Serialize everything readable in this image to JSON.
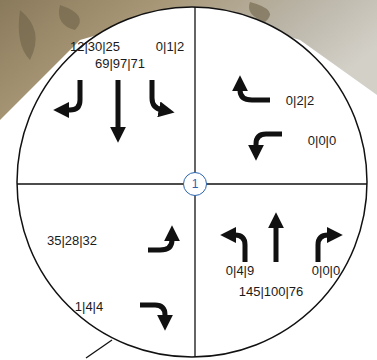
{
  "diagram": {
    "nodes": [
      {
        "text": [
          "1"
        ]
      }
    ],
    "labels": [
      "12|30|25",
      "0|1|2",
      "69|97|71",
      "0|2|2",
      "0|0|0",
      "35|28|32",
      "0|4|9",
      "0|0|0",
      "145|100|76",
      "1|4|4"
    ]
  }
}
